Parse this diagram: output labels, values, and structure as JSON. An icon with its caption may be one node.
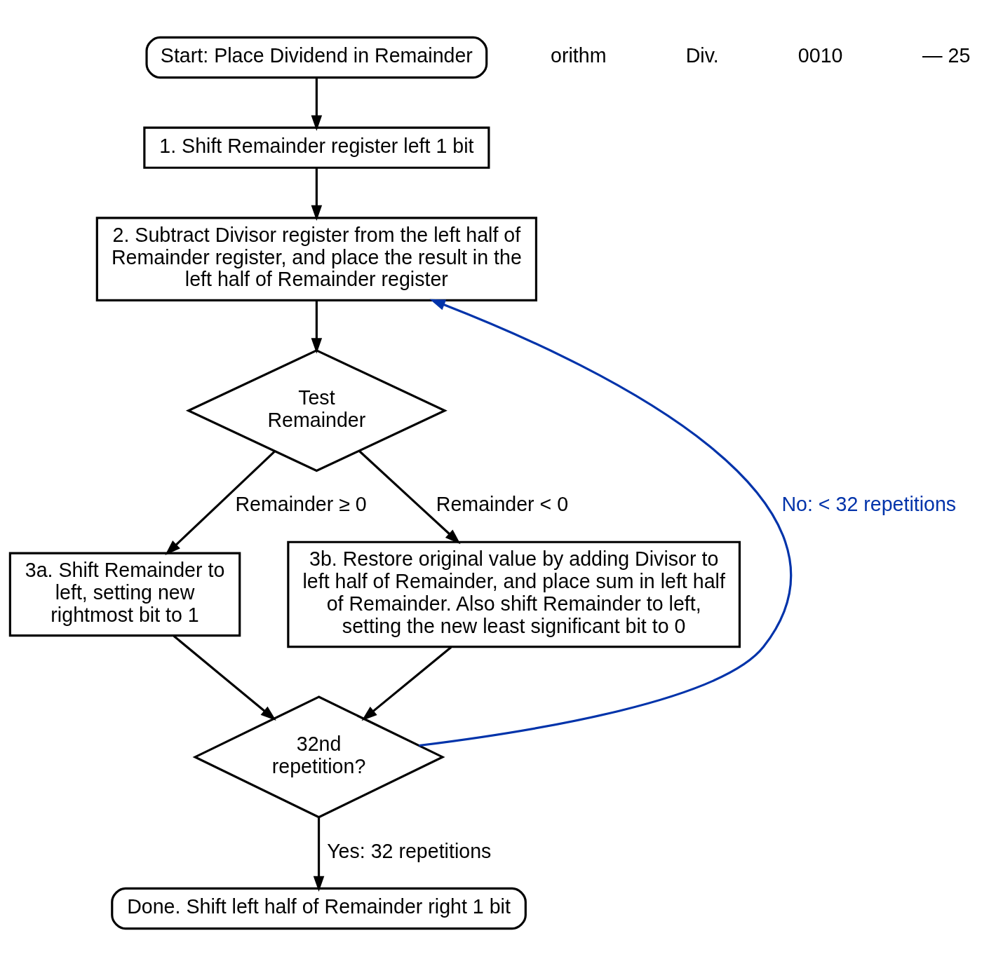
{
  "diagram": {
    "nodes": [
      {
        "text": [
          "Start: Place Dividend in Remainder"
        ]
      },
      {
        "text": [
          "1. Shift Remainder register left 1 bit"
        ]
      },
      {
        "text": [
          "2. Subtract Divisor register from the left half of Remainder register, and place the result in the left half of Remainder register"
        ]
      },
      {
        "text": [
          "Test Remainder"
        ]
      },
      {
        "text": [
          "3a. Shift Remainder to left, setting new rightmost bit to 1"
        ]
      },
      {
        "text": [
          "3b. Restore original value by adding Divisor to left half of Remainder, and place sum in left half of Remainder. Also shift Remainder to left, setting the new least significant bit to 0"
        ]
      },
      {
        "text": [
          "32nd repetition?"
        ]
      },
      {
        "text": [
          "Done. Shift left half of Remainder right 1 bit"
        ]
      }
    ],
    "edges": [
      {
        "from": 0,
        "to": 1,
        "arrow": "to"
      },
      {
        "from": 1,
        "to": 2,
        "arrow": "to"
      },
      {
        "from": 2,
        "to": 3,
        "arrow": "to"
      },
      {
        "from": 3,
        "to": 4,
        "arrow": "to",
        "label": "Remainder ≥ 0"
      },
      {
        "from": 3,
        "to": 5,
        "arrow": "to",
        "label": "Remainder < 0"
      },
      {
        "from": 4,
        "to": 6,
        "arrow": "to"
      },
      {
        "from": 5,
        "to": 6,
        "arrow": "to"
      },
      {
        "from": 6,
        "to": 7,
        "arrow": "to",
        "label": "Yes: 32 repetitions"
      },
      {
        "from": 6,
        "to": 2,
        "arrow": "to",
        "label": "No: < 32 repetitions",
        "color": "#0033aa"
      }
    ],
    "labels": [
      "orithm",
      "Div.",
      "0010",
      "— 25"
    ]
  }
}
